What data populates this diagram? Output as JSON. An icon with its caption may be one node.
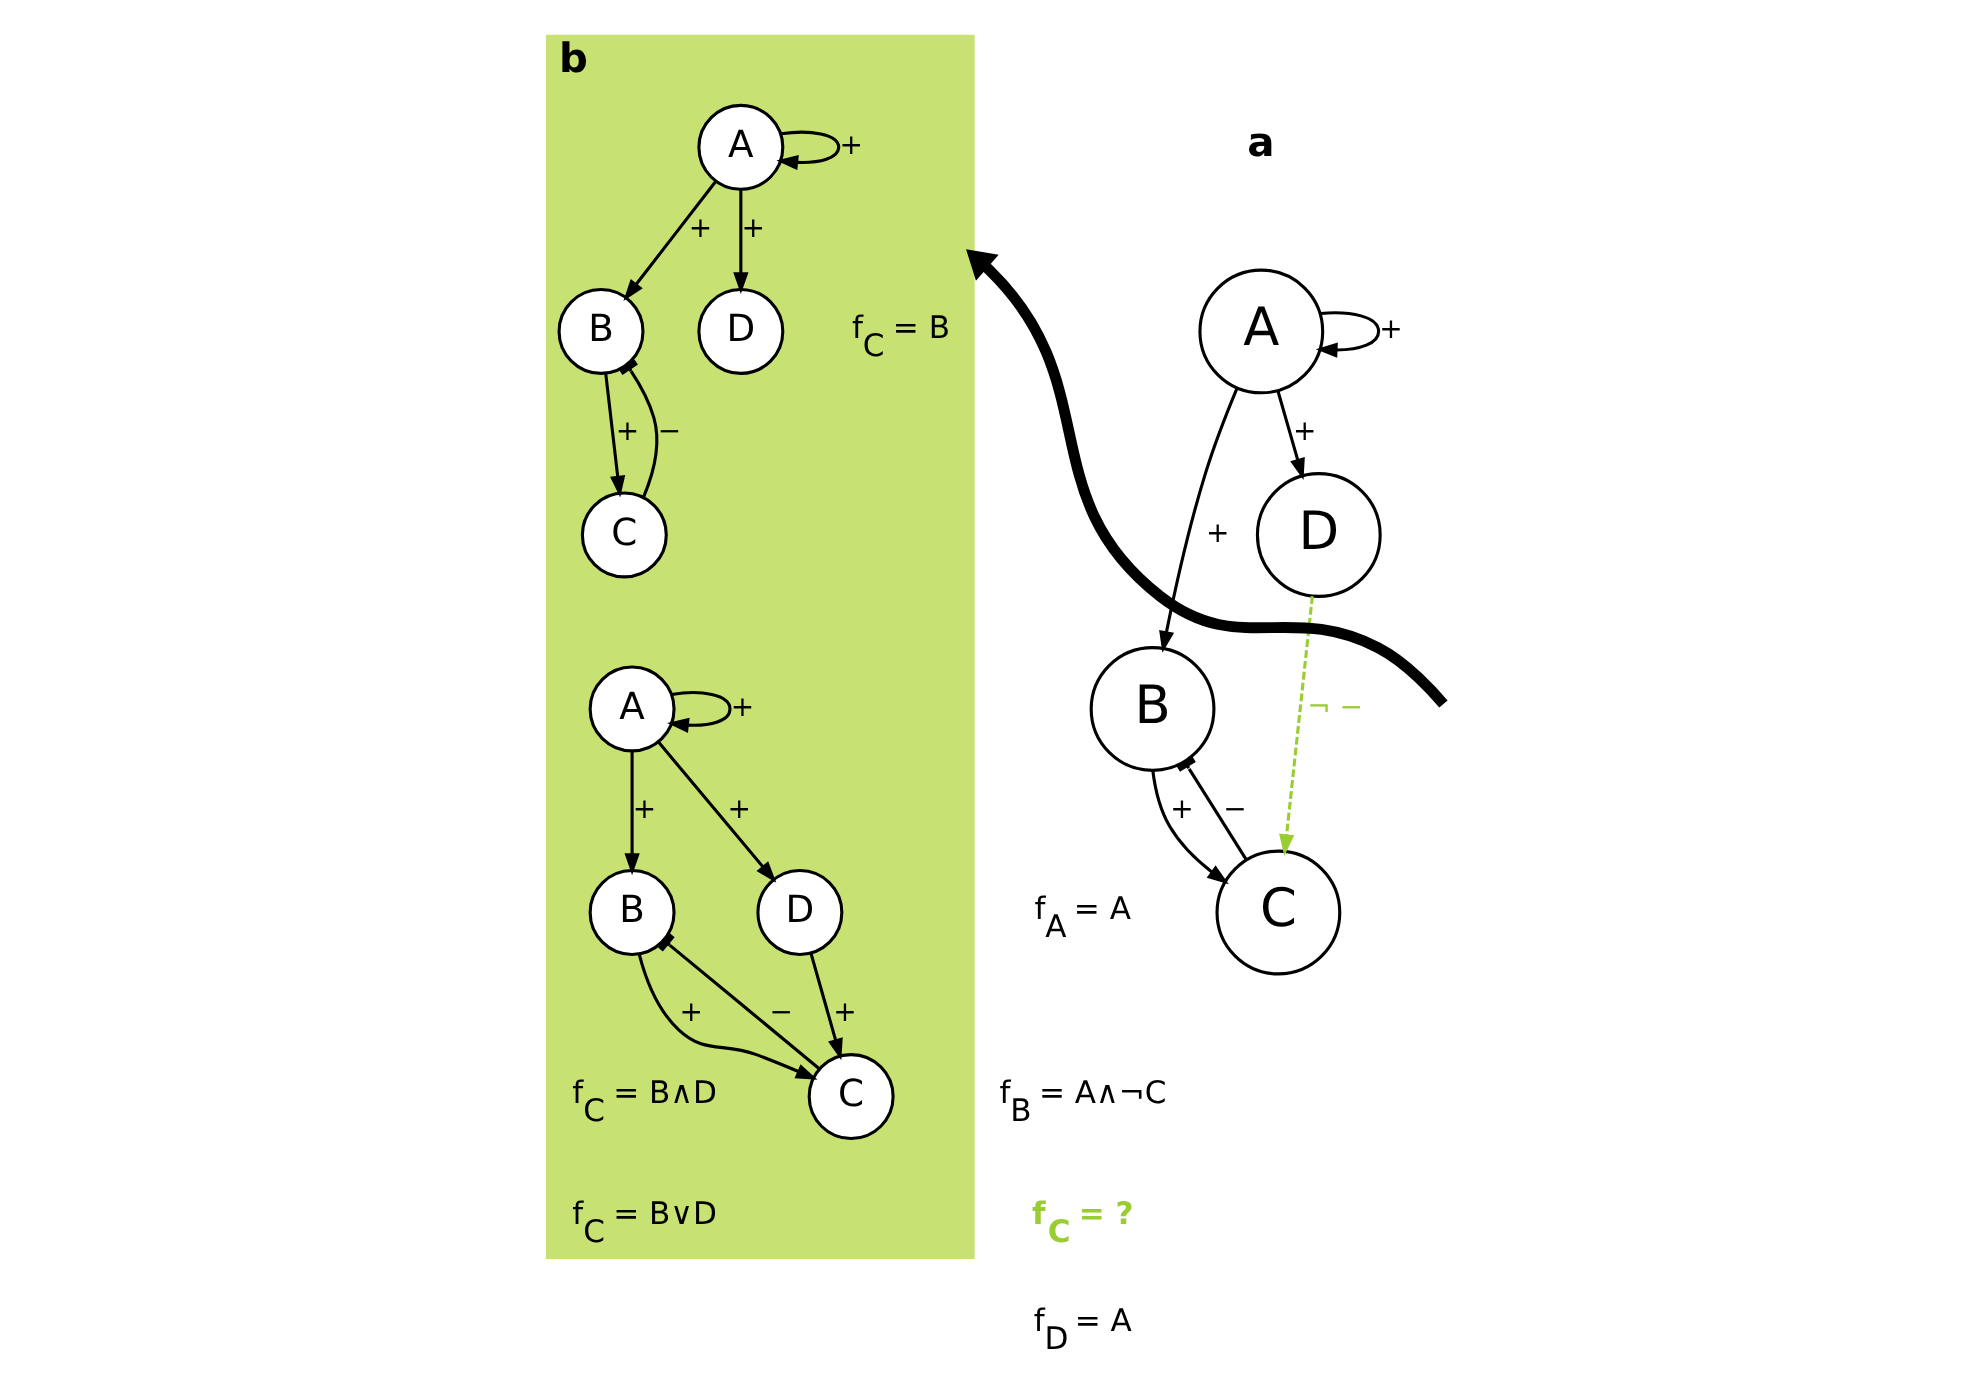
{
  "diagram": {
    "nodes": [
      {
        "text": [
          "A"
        ]
      },
      {
        "text": [
          "B"
        ]
      },
      {
        "text": [
          "D"
        ]
      },
      {
        "text": [
          "C"
        ]
      },
      {
        "text": [
          "b"
        ]
      },
      {
        "text": [
          "A"
        ],
        "in": 4
      },
      {
        "text": [
          "B"
        ],
        "in": 4
      },
      {
        "text": [
          "D"
        ],
        "in": 4
      },
      {
        "text": [
          "C"
        ],
        "in": 4
      },
      {
        "text": [
          "A"
        ],
        "in": 4
      },
      {
        "text": [
          "B"
        ],
        "in": 4
      },
      {
        "text": [
          "D"
        ],
        "in": 4
      },
      {
        "text": [
          "C"
        ],
        "in": 4
      }
    ],
    "edges": [
      {
        "from": 0,
        "to": 0,
        "arrow": "to",
        "label": "+"
      },
      {
        "from": 0,
        "to": 1,
        "arrow": "to",
        "label": "+"
      },
      {
        "from": 0,
        "to": 2,
        "arrow": "to",
        "label": "+"
      },
      {
        "from": 1,
        "to": 3,
        "arrow": "to",
        "label": "+"
      },
      {
        "from": 3,
        "to": 1,
        "arrow": "other",
        "label": "−"
      },
      {
        "from": 2,
        "to": 3,
        "arrow": "to",
        "label": "¬ −",
        "style": "dashed",
        "color": "#9acd32"
      },
      {
        "from": null,
        "to": 4,
        "arrow": "to",
        "style": "thick"
      },
      {
        "from": 5,
        "to": 5,
        "arrow": "to",
        "label": "+"
      },
      {
        "from": 5,
        "to": 6,
        "arrow": "to",
        "label": "+"
      },
      {
        "from": 5,
        "to": 7,
        "arrow": "to",
        "label": "+"
      },
      {
        "from": 6,
        "to": 8,
        "arrow": "to",
        "label": "+"
      },
      {
        "from": 8,
        "to": 6,
        "arrow": "other",
        "label": "−"
      },
      {
        "from": 9,
        "to": 9,
        "arrow": "to",
        "label": "+"
      },
      {
        "from": 9,
        "to": 10,
        "arrow": "to",
        "label": "+"
      },
      {
        "from": 9,
        "to": 11,
        "arrow": "to",
        "label": "+"
      },
      {
        "from": 10,
        "to": 12,
        "arrow": "to",
        "label": "+"
      },
      {
        "from": 12,
        "to": 10,
        "arrow": "other",
        "label": "−"
      },
      {
        "from": 11,
        "to": 12,
        "arrow": "to",
        "label": "+"
      }
    ],
    "labels": [
      "a",
      "f$_{A}$ = A",
      "f$_{B}$ = A∧¬C",
      "f$_{C}$ = ?",
      "f$_{D}$ = A",
      "f$_{C}$ = B",
      "f$_{C}$ = B∧D",
      "f$_{C}$ = B∨D"
    ]
  }
}
